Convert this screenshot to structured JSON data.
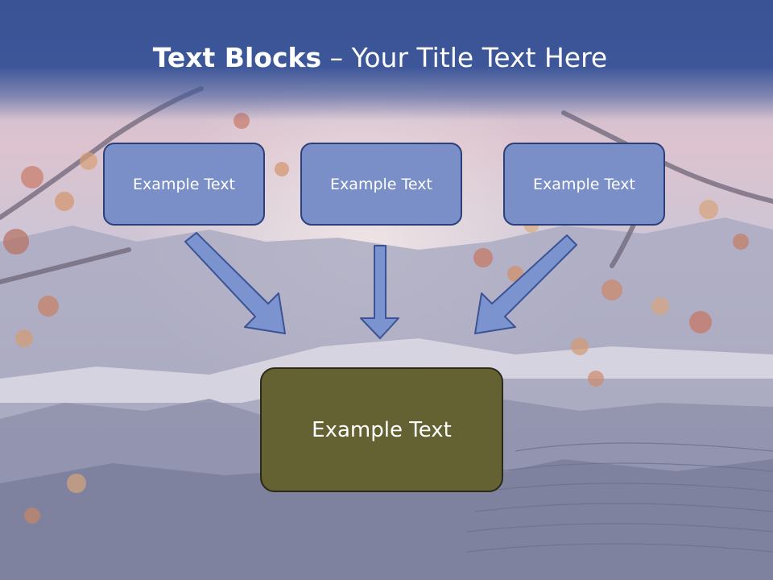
{
  "slide": {
    "title_bold": "Text Blocks",
    "title_dash": " – ",
    "title_rest": "Your Title Text Here"
  },
  "blocks": {
    "top_left": "Example Text",
    "top_center": "Example Text",
    "top_right": "Example Text",
    "main": "Example Text"
  },
  "colors": {
    "header": "#3d5699",
    "block_fill": "#7a8fc8",
    "block_border": "#2b3f7a",
    "main_fill": "#646133",
    "arrow_fill": "#7b93cf",
    "arrow_stroke": "#3b5394"
  }
}
